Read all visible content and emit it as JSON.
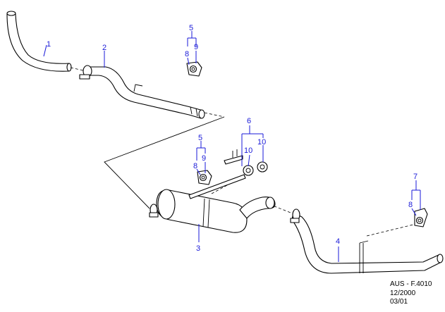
{
  "colors": {
    "callout": "#1a1ad8",
    "line": "#000000",
    "background": "#ffffff"
  },
  "callouts": {
    "c1": "1",
    "c2": "2",
    "c3": "3",
    "c4": "4",
    "c5a": "5",
    "c5b": "5",
    "c6": "6",
    "c7": "7",
    "c8a": "8",
    "c8b": "8",
    "c8c": "8",
    "c9a": "9",
    "c9b": "9",
    "c10a": "10",
    "c10b": "10"
  },
  "reference": {
    "code": "AUS - F.4010",
    "date": "12/2000",
    "revision": "03/01"
  }
}
